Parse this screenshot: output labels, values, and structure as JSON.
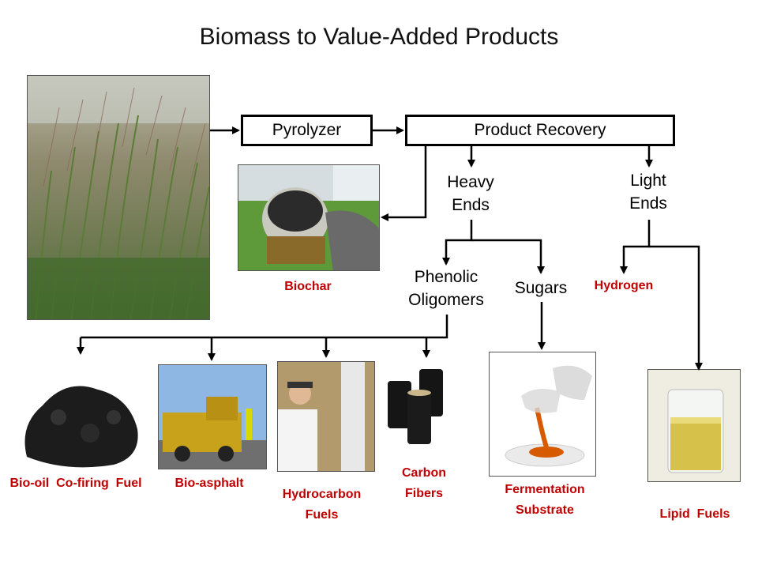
{
  "title": "Biomass to Value-Added Products",
  "boxes": {
    "pyrolyzer": "Pyrolyzer",
    "product_recovery": "Product Recovery"
  },
  "nodes": {
    "heavy_ends": "Heavy\nEnds",
    "light_ends": "Light\nEnds",
    "phenolic_oligomers": "Phenolic\nOligomers",
    "sugars": "Sugars"
  },
  "products": {
    "biochar": "Biochar",
    "hydrogen": "Hydrogen",
    "bio_oil": "Bio-oil  Co-firing  Fuel",
    "bio_asphalt": "Bio-asphalt",
    "hydrocarbon_fuels": "Hydrocarbon\nFuels",
    "carbon_fibers": "Carbon\nFibers",
    "fermentation_substrate": "Fermentation\nSubstrate",
    "lipid_fuels": "Lipid  Fuels"
  },
  "colors": {
    "product_label": "#c00000",
    "connector": "#000000"
  }
}
